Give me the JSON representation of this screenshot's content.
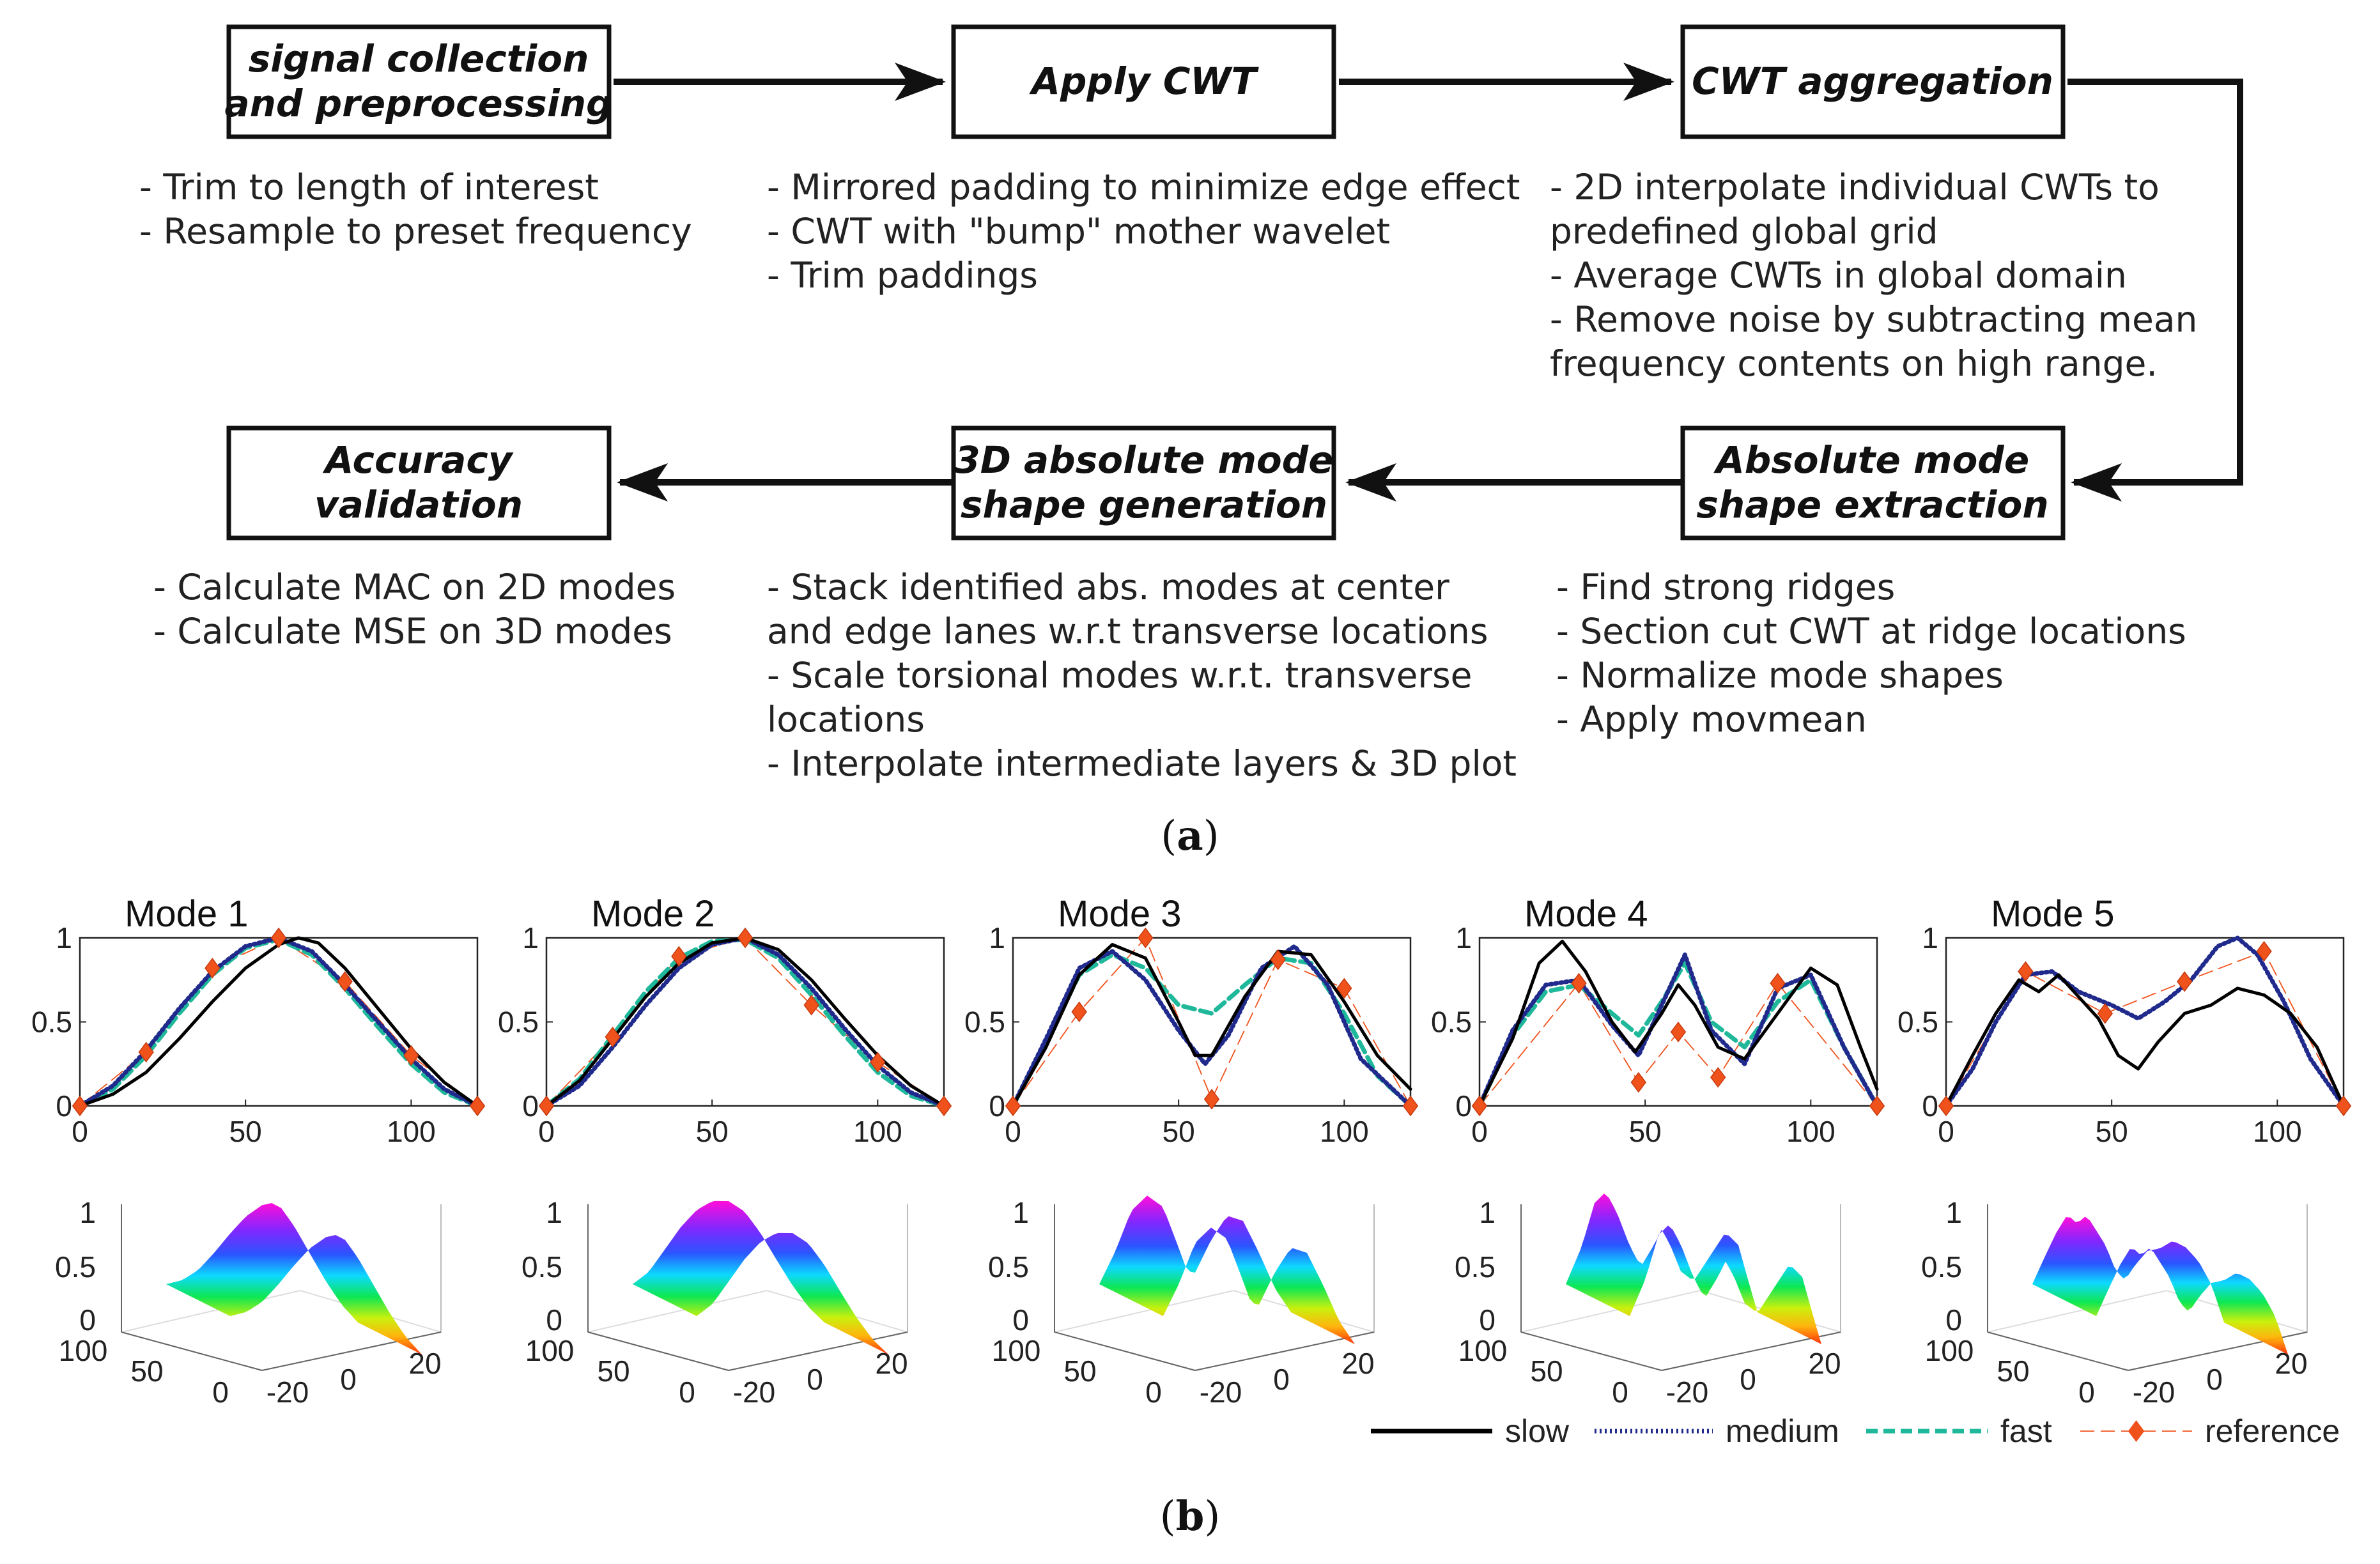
{
  "flow": {
    "boxes": [
      {
        "id": "signal",
        "lines": [
          "signal collection",
          "and preprocessing"
        ]
      },
      {
        "id": "cwt",
        "lines": [
          "Apply CWT"
        ]
      },
      {
        "id": "agg",
        "lines": [
          "CWT aggregation"
        ]
      },
      {
        "id": "abs",
        "lines": [
          "Absolute mode",
          "shape extraction"
        ]
      },
      {
        "id": "gen3d",
        "lines": [
          "3D absolute mode",
          "shape generation"
        ]
      },
      {
        "id": "acc",
        "lines": [
          "Accuracy",
          "validation"
        ]
      }
    ],
    "notes": {
      "signal": [
        "- Trim to length of interest",
        "- Resample to preset frequency"
      ],
      "cwt": [
        "- Mirrored padding to minimize edge effect",
        "- CWT with \"bump\" mother wavelet",
        "- Trim paddings"
      ],
      "agg": [
        "- 2D interpolate individual CWTs to",
        "predefined global grid",
        "- Average CWTs in global domain",
        "- Remove noise by subtracting mean",
        "frequency contents on high range."
      ],
      "abs": [
        "- Find strong ridges",
        "- Section cut CWT at ridge locations",
        "- Normalize mode shapes",
        "- Apply movmean"
      ],
      "gen3d": [
        "- Stack identified abs. modes at center",
        "and edge lanes w.r.t transverse locations",
        "- Scale torsional modes w.r.t. transverse",
        "locations",
        "- Interpolate intermediate layers & 3D plot"
      ],
      "acc": [
        "- Calculate MAC on 2D modes",
        "- Calculate MSE on 3D modes"
      ]
    }
  },
  "captions": {
    "a": "a",
    "b": "b"
  },
  "colors": {
    "slow": "#000000",
    "medium": "#1f2a8c",
    "fast": "#1fb89a",
    "reference": "#f0521c"
  },
  "chart_data": [
    {
      "type": "line",
      "title": "Mode 1",
      "xticks": [
        "0",
        "50",
        "100"
      ],
      "yticks": [
        "0",
        "0.5",
        "1"
      ],
      "xlim": [
        0,
        120
      ],
      "ylim": [
        0,
        1
      ],
      "series": [
        {
          "name": "slow",
          "x": [
            0,
            10,
            20,
            30,
            40,
            50,
            60,
            66,
            72,
            80,
            90,
            100,
            110,
            120
          ],
          "y": [
            0,
            0.07,
            0.2,
            0.4,
            0.62,
            0.82,
            0.96,
            1.0,
            0.97,
            0.82,
            0.58,
            0.34,
            0.14,
            0
          ]
        },
        {
          "name": "medium",
          "x": [
            0,
            10,
            20,
            30,
            40,
            50,
            60,
            70,
            80,
            90,
            100,
            110,
            120
          ],
          "y": [
            0,
            0.12,
            0.33,
            0.58,
            0.8,
            0.95,
            1.0,
            0.92,
            0.72,
            0.5,
            0.28,
            0.1,
            0
          ]
        },
        {
          "name": "fast",
          "x": [
            0,
            10,
            20,
            30,
            40,
            50,
            60,
            70,
            80,
            90,
            100,
            110,
            120
          ],
          "y": [
            0,
            0.1,
            0.3,
            0.55,
            0.78,
            0.94,
            0.99,
            0.9,
            0.7,
            0.47,
            0.25,
            0.08,
            0
          ]
        },
        {
          "name": "reference",
          "x": [
            0,
            20,
            40,
            60,
            80,
            100,
            120
          ],
          "y": [
            0,
            0.32,
            0.82,
            1.0,
            0.74,
            0.3,
            0
          ]
        }
      ]
    },
    {
      "type": "line",
      "title": "Mode 2",
      "xticks": [
        "0",
        "50",
        "100"
      ],
      "yticks": [
        "0",
        "0.5",
        "1"
      ],
      "xlim": [
        0,
        120
      ],
      "ylim": [
        0,
        1
      ],
      "series": [
        {
          "name": "slow",
          "x": [
            0,
            10,
            20,
            30,
            40,
            50,
            60,
            70,
            80,
            90,
            100,
            110,
            120
          ],
          "y": [
            0,
            0.15,
            0.4,
            0.65,
            0.85,
            0.97,
            1.0,
            0.93,
            0.75,
            0.52,
            0.3,
            0.12,
            0
          ]
        },
        {
          "name": "medium",
          "x": [
            0,
            10,
            20,
            30,
            40,
            50,
            60,
            70,
            80,
            90,
            100,
            110,
            120
          ],
          "y": [
            0,
            0.12,
            0.35,
            0.6,
            0.82,
            0.96,
            1.0,
            0.9,
            0.7,
            0.46,
            0.24,
            0.08,
            0
          ]
        },
        {
          "name": "fast",
          "x": [
            0,
            10,
            20,
            30,
            40,
            50,
            60,
            70,
            80,
            90,
            100,
            110,
            120
          ],
          "y": [
            0,
            0.16,
            0.42,
            0.68,
            0.88,
            0.98,
            0.99,
            0.88,
            0.66,
            0.42,
            0.2,
            0.06,
            0
          ]
        },
        {
          "name": "reference",
          "x": [
            0,
            20,
            40,
            60,
            80,
            100,
            120
          ],
          "y": [
            0,
            0.41,
            0.89,
            1.0,
            0.6,
            0.26,
            0
          ]
        }
      ]
    },
    {
      "type": "line",
      "title": "Mode 3",
      "xticks": [
        "0",
        "50",
        "100"
      ],
      "yticks": [
        "0",
        "0.5",
        "1"
      ],
      "xlim": [
        0,
        120
      ],
      "ylim": [
        0,
        1
      ],
      "series": [
        {
          "name": "slow",
          "x": [
            0,
            10,
            20,
            30,
            40,
            50,
            55,
            60,
            70,
            80,
            90,
            100,
            110,
            120
          ],
          "y": [
            0,
            0.35,
            0.78,
            0.96,
            0.88,
            0.5,
            0.3,
            0.3,
            0.65,
            0.92,
            0.9,
            0.62,
            0.3,
            0.1
          ]
        },
        {
          "name": "medium",
          "x": [
            0,
            10,
            20,
            30,
            40,
            50,
            58,
            65,
            75,
            85,
            95,
            105,
            120
          ],
          "y": [
            0,
            0.4,
            0.82,
            0.92,
            0.75,
            0.45,
            0.25,
            0.42,
            0.82,
            0.95,
            0.72,
            0.28,
            0
          ]
        },
        {
          "name": "fast",
          "x": [
            0,
            10,
            20,
            30,
            40,
            50,
            60,
            70,
            80,
            90,
            100,
            110,
            120
          ],
          "y": [
            0,
            0.38,
            0.78,
            0.9,
            0.82,
            0.6,
            0.55,
            0.72,
            0.88,
            0.85,
            0.55,
            0.18,
            0
          ]
        },
        {
          "name": "reference",
          "x": [
            0,
            20,
            40,
            60,
            80,
            100,
            120
          ],
          "y": [
            0,
            0.56,
            1.0,
            0.04,
            0.87,
            0.7,
            0
          ]
        }
      ]
    },
    {
      "type": "line",
      "title": "Mode 4",
      "xticks": [
        "0",
        "50",
        "100"
      ],
      "yticks": [
        "0",
        "0.5",
        "1"
      ],
      "xlim": [
        0,
        120
      ],
      "ylim": [
        0,
        1
      ],
      "series": [
        {
          "name": "slow",
          "x": [
            0,
            10,
            18,
            25,
            32,
            40,
            47,
            55,
            60,
            65,
            72,
            80,
            90,
            100,
            108,
            115,
            120
          ],
          "y": [
            0,
            0.4,
            0.85,
            0.98,
            0.8,
            0.5,
            0.32,
            0.55,
            0.72,
            0.6,
            0.35,
            0.28,
            0.55,
            0.82,
            0.72,
            0.35,
            0.1
          ]
        },
        {
          "name": "medium",
          "x": [
            0,
            10,
            20,
            30,
            40,
            48,
            55,
            62,
            70,
            80,
            90,
            100,
            110,
            120
          ],
          "y": [
            0,
            0.45,
            0.72,
            0.75,
            0.48,
            0.3,
            0.6,
            0.9,
            0.45,
            0.25,
            0.7,
            0.78,
            0.35,
            0
          ]
        },
        {
          "name": "fast",
          "x": [
            0,
            10,
            20,
            30,
            40,
            48,
            55,
            62,
            70,
            80,
            90,
            100,
            110,
            120
          ],
          "y": [
            0,
            0.42,
            0.68,
            0.72,
            0.55,
            0.42,
            0.62,
            0.85,
            0.5,
            0.35,
            0.62,
            0.75,
            0.35,
            0
          ]
        },
        {
          "name": "reference",
          "x": [
            0,
            30,
            48,
            60,
            72,
            90,
            120
          ],
          "y": [
            0,
            0.73,
            0.14,
            0.44,
            0.17,
            0.73,
            0
          ]
        }
      ]
    },
    {
      "type": "line",
      "title": "Mode 5",
      "xticks": [
        "0",
        "50",
        "100"
      ],
      "yticks": [
        "0",
        "0.5",
        "1"
      ],
      "xlim": [
        0,
        120
      ],
      "ylim": [
        0,
        1
      ],
      "series": [
        {
          "name": "slow",
          "x": [
            0,
            8,
            15,
            22,
            28,
            34,
            40,
            46,
            52,
            58,
            64,
            72,
            80,
            88,
            96,
            104,
            112,
            120
          ],
          "y": [
            0,
            0.3,
            0.55,
            0.75,
            0.68,
            0.78,
            0.65,
            0.52,
            0.3,
            0.22,
            0.38,
            0.55,
            0.6,
            0.7,
            0.66,
            0.55,
            0.35,
            0
          ]
        },
        {
          "name": "medium",
          "x": [
            0,
            8,
            15,
            24,
            32,
            40,
            50,
            58,
            66,
            74,
            82,
            88,
            94,
            102,
            110,
            120
          ],
          "y": [
            0,
            0.22,
            0.5,
            0.78,
            0.8,
            0.68,
            0.6,
            0.52,
            0.62,
            0.75,
            0.95,
            1.0,
            0.9,
            0.62,
            0.28,
            0
          ]
        },
        {
          "name": "reference",
          "x": [
            0,
            24,
            48,
            72,
            96,
            120
          ],
          "y": [
            0,
            0.8,
            0.55,
            0.74,
            0.92,
            0
          ]
        }
      ]
    }
  ],
  "surface_axes": {
    "z_ticks": [
      "1",
      "0.5",
      "0"
    ],
    "depth_ticks": [
      "100",
      "50",
      "0"
    ],
    "width_ticks": [
      "-20",
      "0",
      "20"
    ]
  },
  "legend": [
    {
      "key": "slow",
      "label": "slow"
    },
    {
      "key": "medium",
      "label": "medium"
    },
    {
      "key": "fast",
      "label": "fast"
    },
    {
      "key": "reference",
      "label": "reference"
    }
  ]
}
